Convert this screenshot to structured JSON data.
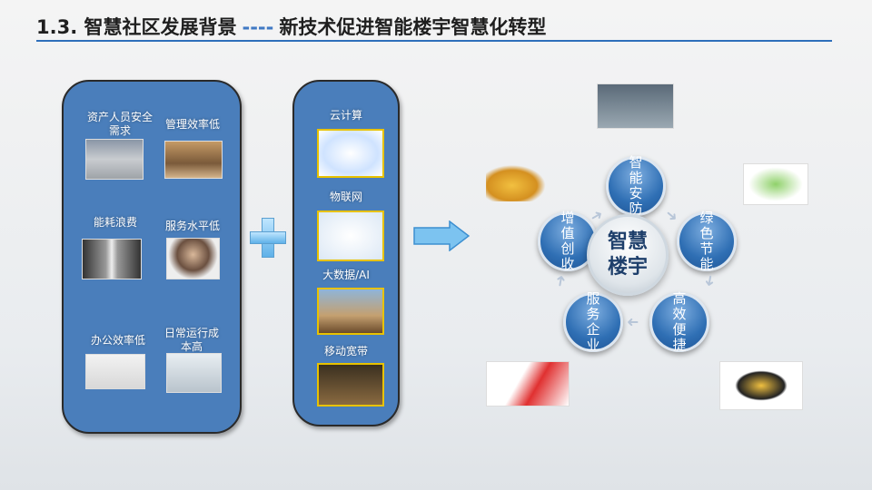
{
  "title": {
    "section": "1.3.  智慧社区发展背景",
    "dash": "----",
    "subtitle": "新技术促进智能楼宇智慧化转型"
  },
  "problems": [
    {
      "label": "资产人员安全需求"
    },
    {
      "label": "管理效率低"
    },
    {
      "label": "能耗浪费"
    },
    {
      "label": "服务水平低"
    },
    {
      "label": "办公效率低"
    },
    {
      "label": "日常运行成本高"
    }
  ],
  "technologies": [
    {
      "label": "云计算"
    },
    {
      "label": "物联网"
    },
    {
      "label": "大数据/AI"
    },
    {
      "label": "移动宽带"
    }
  ],
  "cycle": {
    "center": "智慧楼宇",
    "items": [
      "智能安防",
      "绿色节能",
      "高效便捷",
      "服务企业",
      "增值创收"
    ]
  },
  "colors": {
    "panel": "#4a7ebb",
    "accent": "#2e6fba"
  }
}
